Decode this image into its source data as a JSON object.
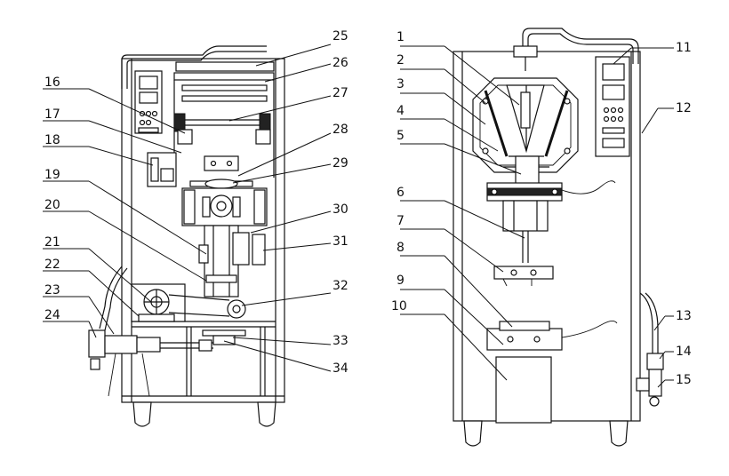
{
  "left_machine": {
    "labels": [
      {
        "id": "16",
        "text": "16"
      },
      {
        "id": "17",
        "text": "17"
      },
      {
        "id": "18",
        "text": "18"
      },
      {
        "id": "19",
        "text": "19"
      },
      {
        "id": "20",
        "text": "20"
      },
      {
        "id": "21",
        "text": "21"
      },
      {
        "id": "22",
        "text": "22"
      },
      {
        "id": "23",
        "text": "23"
      },
      {
        "id": "24",
        "text": "24"
      },
      {
        "id": "25",
        "text": "25"
      },
      {
        "id": "26",
        "text": "26"
      },
      {
        "id": "27",
        "text": "27"
      },
      {
        "id": "28",
        "text": "28"
      },
      {
        "id": "29",
        "text": "29"
      },
      {
        "id": "30",
        "text": "30"
      },
      {
        "id": "31",
        "text": "31"
      },
      {
        "id": "32",
        "text": "32"
      },
      {
        "id": "33",
        "text": "33"
      },
      {
        "id": "34",
        "text": "34"
      }
    ]
  },
  "right_machine": {
    "labels": [
      {
        "id": "1",
        "text": "1"
      },
      {
        "id": "2",
        "text": "2"
      },
      {
        "id": "3",
        "text": "3"
      },
      {
        "id": "4",
        "text": "4"
      },
      {
        "id": "5",
        "text": "5"
      },
      {
        "id": "6",
        "text": "6"
      },
      {
        "id": "7",
        "text": "7"
      },
      {
        "id": "8",
        "text": "8"
      },
      {
        "id": "9",
        "text": "9"
      },
      {
        "id": "10",
        "text": "10"
      },
      {
        "id": "11",
        "text": "11"
      },
      {
        "id": "12",
        "text": "12"
      },
      {
        "id": "13",
        "text": "13"
      },
      {
        "id": "14",
        "text": "14"
      },
      {
        "id": "15",
        "text": "15"
      }
    ]
  }
}
